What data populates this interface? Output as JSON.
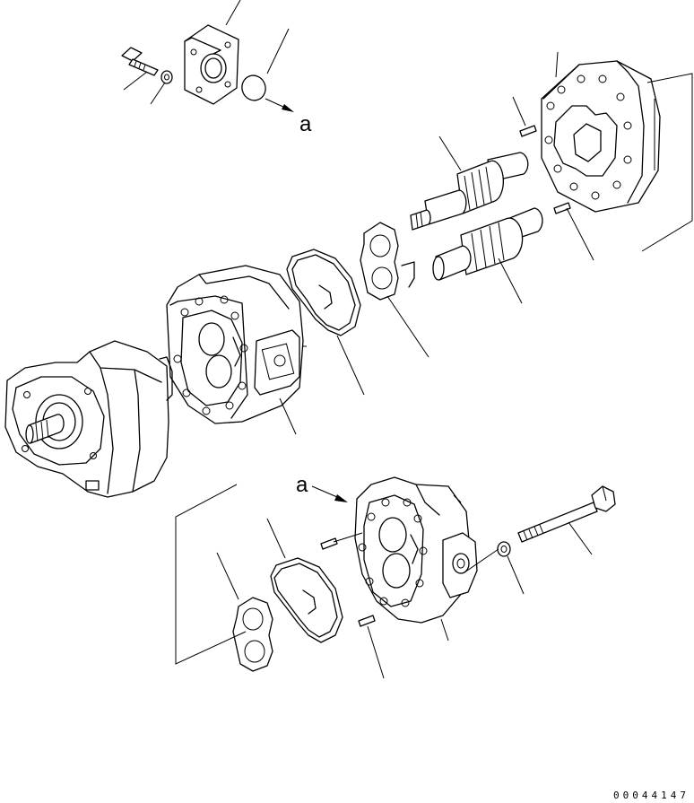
{
  "labels": {
    "ref_a_top": "a",
    "ref_a_bottom": "a"
  },
  "drawing_code": "00044147"
}
